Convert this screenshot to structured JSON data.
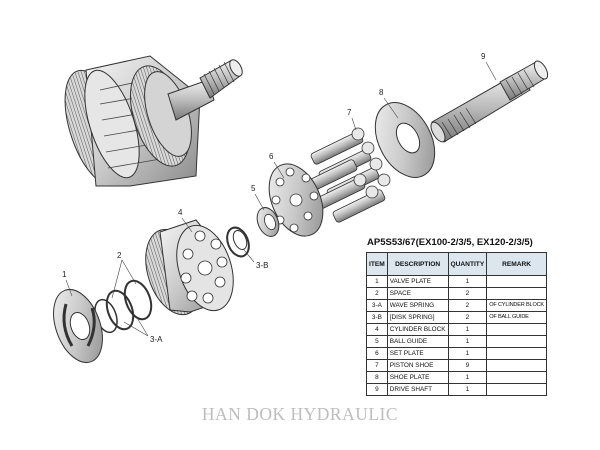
{
  "diagram": {
    "callouts": {
      "p1": "1",
      "p2": "2",
      "p3a": "3-A",
      "p3b": "3-B",
      "p4": "4",
      "p5": "5",
      "p6": "6",
      "p7": "7",
      "p8": "8",
      "p9": "9"
    }
  },
  "parts_table": {
    "title": "AP5S53/67(EX100-2/3/5, EX120-2/3/5)",
    "headers": [
      "ITEM",
      "DESCRIPTION",
      "QUANTITY",
      "REMARK"
    ],
    "rows": [
      {
        "item": "1",
        "description": "VALVE PLATE",
        "quantity": "1",
        "remark": ""
      },
      {
        "item": "2",
        "description": "SPACE",
        "quantity": "2",
        "remark": ""
      },
      {
        "item": "3-A",
        "description": "WAVE SPRING",
        "quantity": "2",
        "remark": "OF CYLINDER BLOCK"
      },
      {
        "item": "3-B",
        "description": "[DISK SPRING]",
        "quantity": "2",
        "remark": "OF BALL GUIDE"
      },
      {
        "item": "4",
        "description": "CYLINDER BLOCK",
        "quantity": "1",
        "remark": ""
      },
      {
        "item": "5",
        "description": "BALL GUIDE",
        "quantity": "1",
        "remark": ""
      },
      {
        "item": "6",
        "description": "SET PLATE",
        "quantity": "1",
        "remark": ""
      },
      {
        "item": "7",
        "description": "PISTON SHOE",
        "quantity": "9",
        "remark": ""
      },
      {
        "item": "8",
        "description": "SHOE PLATE",
        "quantity": "1",
        "remark": ""
      },
      {
        "item": "9",
        "description": "DRIVE SHAFT",
        "quantity": "1",
        "remark": ""
      }
    ]
  },
  "footer": {
    "company": "HAN DOK HYDRAULIC"
  }
}
